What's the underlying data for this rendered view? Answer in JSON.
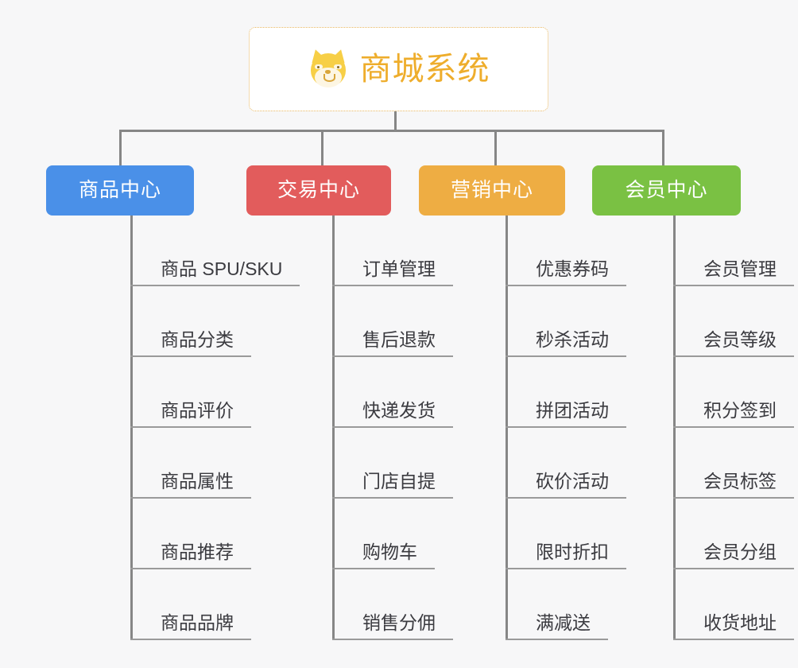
{
  "page": {
    "background_color": "#f7f7f8",
    "connector_color": "#868686",
    "leaf_rule_color": "#9a9a9a",
    "leaf_text_color": "#3b3b40"
  },
  "root": {
    "title": "商城系统",
    "icon": "shiba-dog-icon",
    "text_color": "#eead2c",
    "border_color": "#e8b761",
    "background_color": "#ffffff"
  },
  "branches": [
    {
      "label": "商品中心",
      "color": "#4a90e8",
      "items": [
        "商品 SPU/SKU",
        "商品分类",
        "商品评价",
        "商品属性",
        "商品推荐",
        "商品品牌"
      ]
    },
    {
      "label": "交易中心",
      "color": "#e25c5c",
      "items": [
        "订单管理",
        "售后退款",
        "快递发货",
        "门店自提",
        "购物车",
        "销售分佣"
      ]
    },
    {
      "label": "营销中心",
      "color": "#eead43",
      "items": [
        "优惠券码",
        "秒杀活动",
        "拼团活动",
        "砍价活动",
        "限时折扣",
        "满减送"
      ]
    },
    {
      "label": "会员中心",
      "color": "#7ac143",
      "items": [
        "会员管理",
        "会员等级",
        "积分签到",
        "会员标签",
        "会员分组",
        "收货地址"
      ]
    }
  ]
}
